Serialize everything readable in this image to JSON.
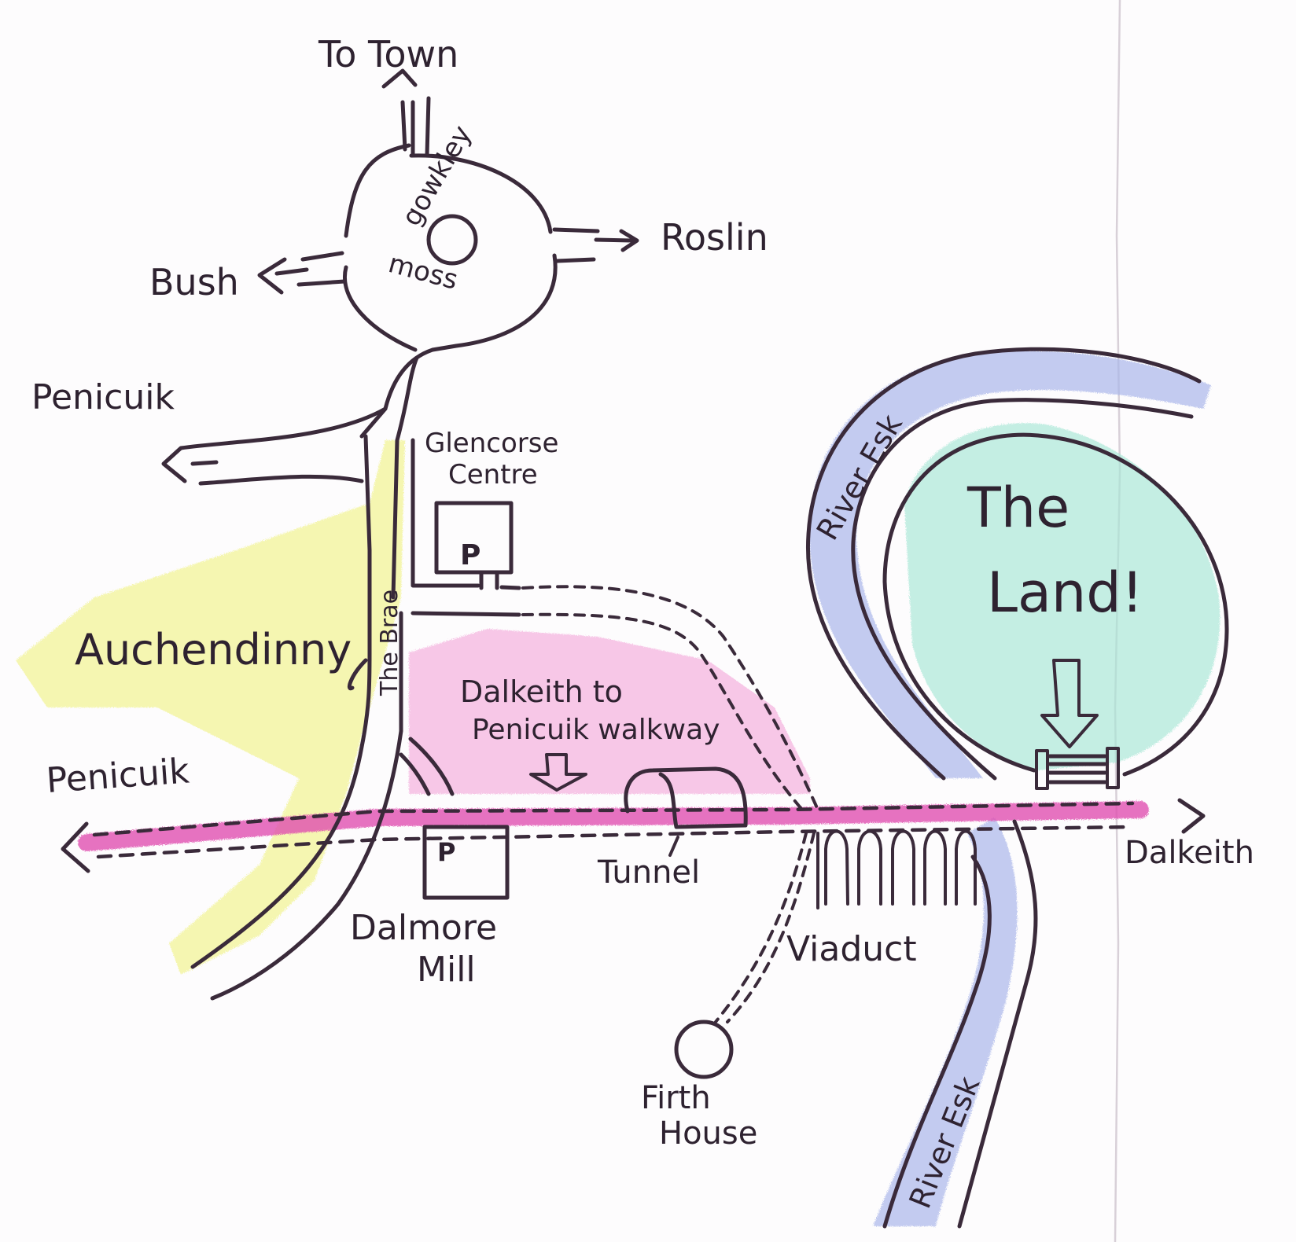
{
  "map": {
    "title": "Hand-drawn directions map to The Land",
    "colors": {
      "ink": "#3a2a3a",
      "paper": "#fdfcfd",
      "walkway_pink": "#e04fb0",
      "brae_yellow": "#eef07a",
      "river_blue": "#a9b4e6",
      "land_green": "#9fe0cf"
    },
    "roundabout": {
      "name_line1": "gowkley",
      "name_line2": "moss"
    },
    "destinations": {
      "to_town": "To Town",
      "roslin": "Roslin",
      "bush": "Bush",
      "penicuik_upper": "Penicuik",
      "penicuik_lower": "Penicuik",
      "dalkeith": "Dalkeith"
    },
    "places": {
      "glencorse_line1": "Glencorse",
      "glencorse_line2": "Centre",
      "auchendinny": "Auchendinny",
      "the_brae": "The Brae",
      "walkway_line1": "Dalkeith to",
      "walkway_line2": "Penicuik walkway",
      "tunnel": "Tunnel",
      "dalmore_line1": "Dalmore",
      "dalmore_line2": "Mill",
      "viaduct": "Viaduct",
      "firth_line1": "Firth",
      "firth_line2": "House",
      "river_upper": "River Esk",
      "river_lower": "River Esk",
      "land_line1": "The",
      "land_line2": "Land!"
    },
    "parking": {
      "glencorse_symbol": "P",
      "dalmore_symbol": "P"
    }
  }
}
